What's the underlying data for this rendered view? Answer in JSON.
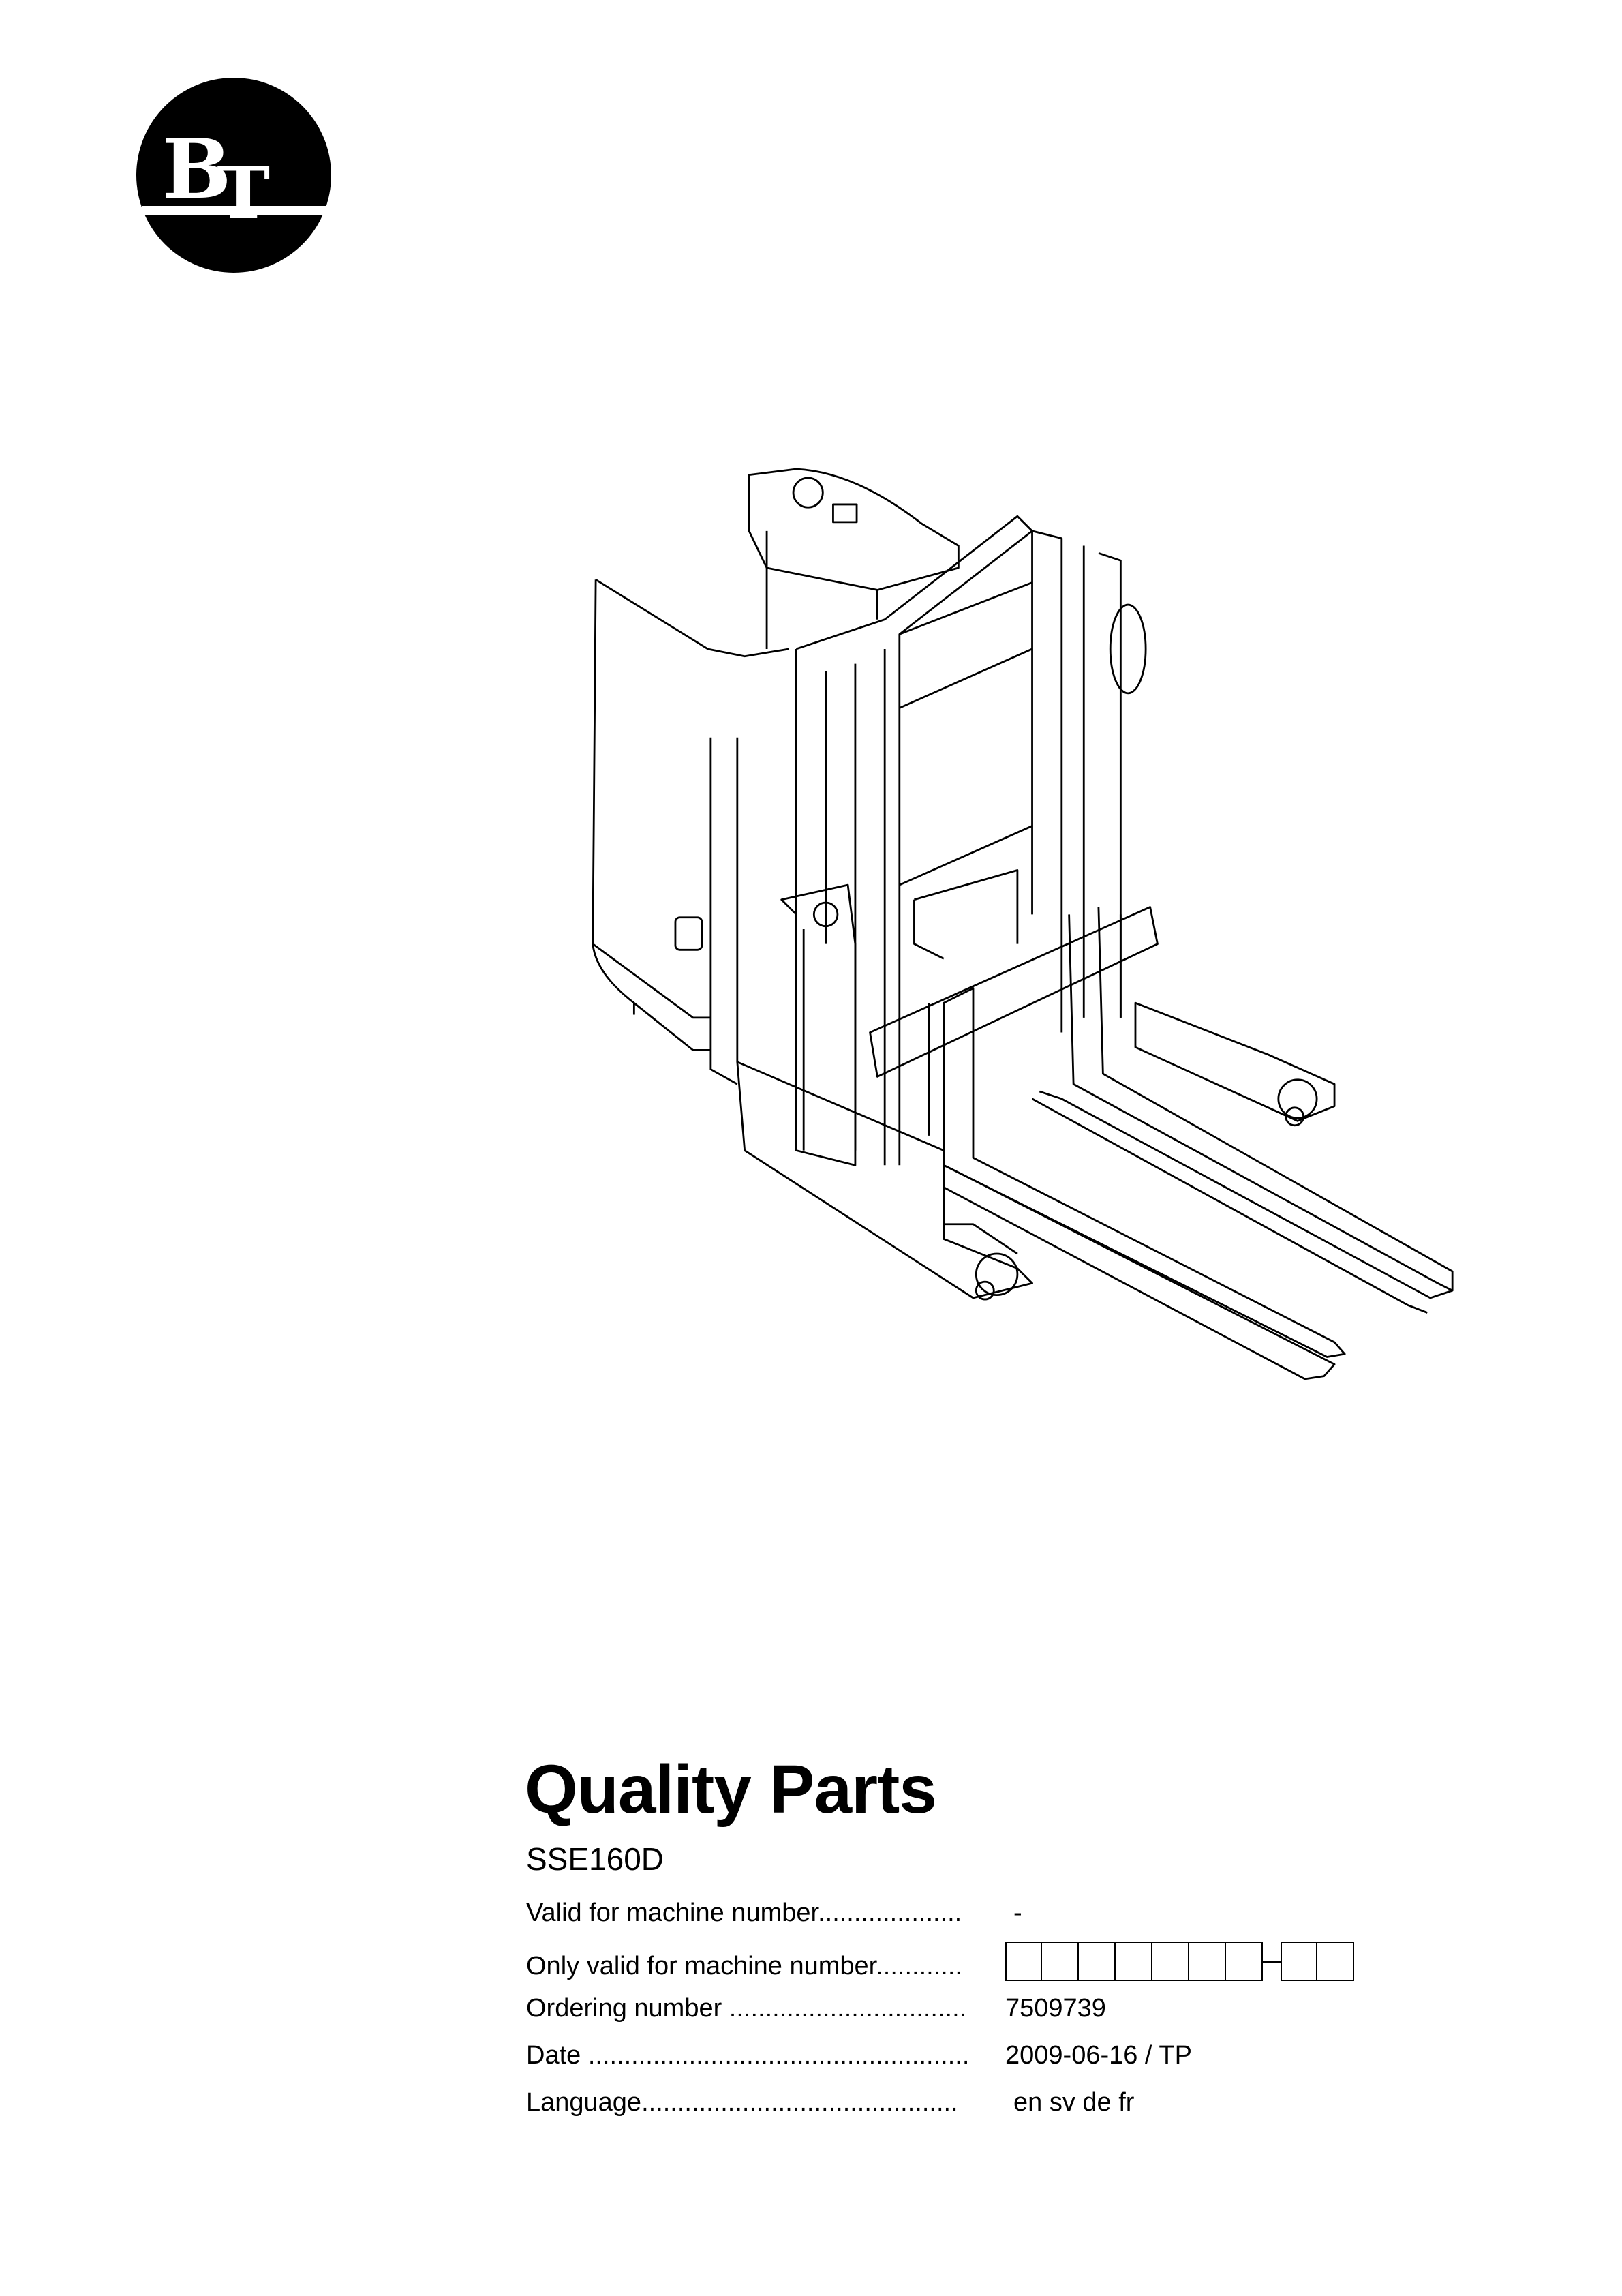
{
  "logo": {
    "text": "BT"
  },
  "title": "Quality Parts",
  "model": "SSE160D",
  "fields": [
    {
      "label": "Valid for machine number",
      "dots": "....................",
      "value": "-"
    },
    {
      "label": "Only valid for machine number",
      "dots": "............",
      "value": ""
    },
    {
      "label": "Ordering number",
      "dots": " .................................",
      "value": "7509739"
    },
    {
      "label": "Date",
      "dots": " .....................................................",
      "value": "2009-06-16 / TP"
    },
    {
      "label": "Language",
      "dots": "............................................",
      "value": "en sv de fr"
    }
  ],
  "machine_number_boxes": {
    "first_group": 7,
    "second_group": 2
  }
}
